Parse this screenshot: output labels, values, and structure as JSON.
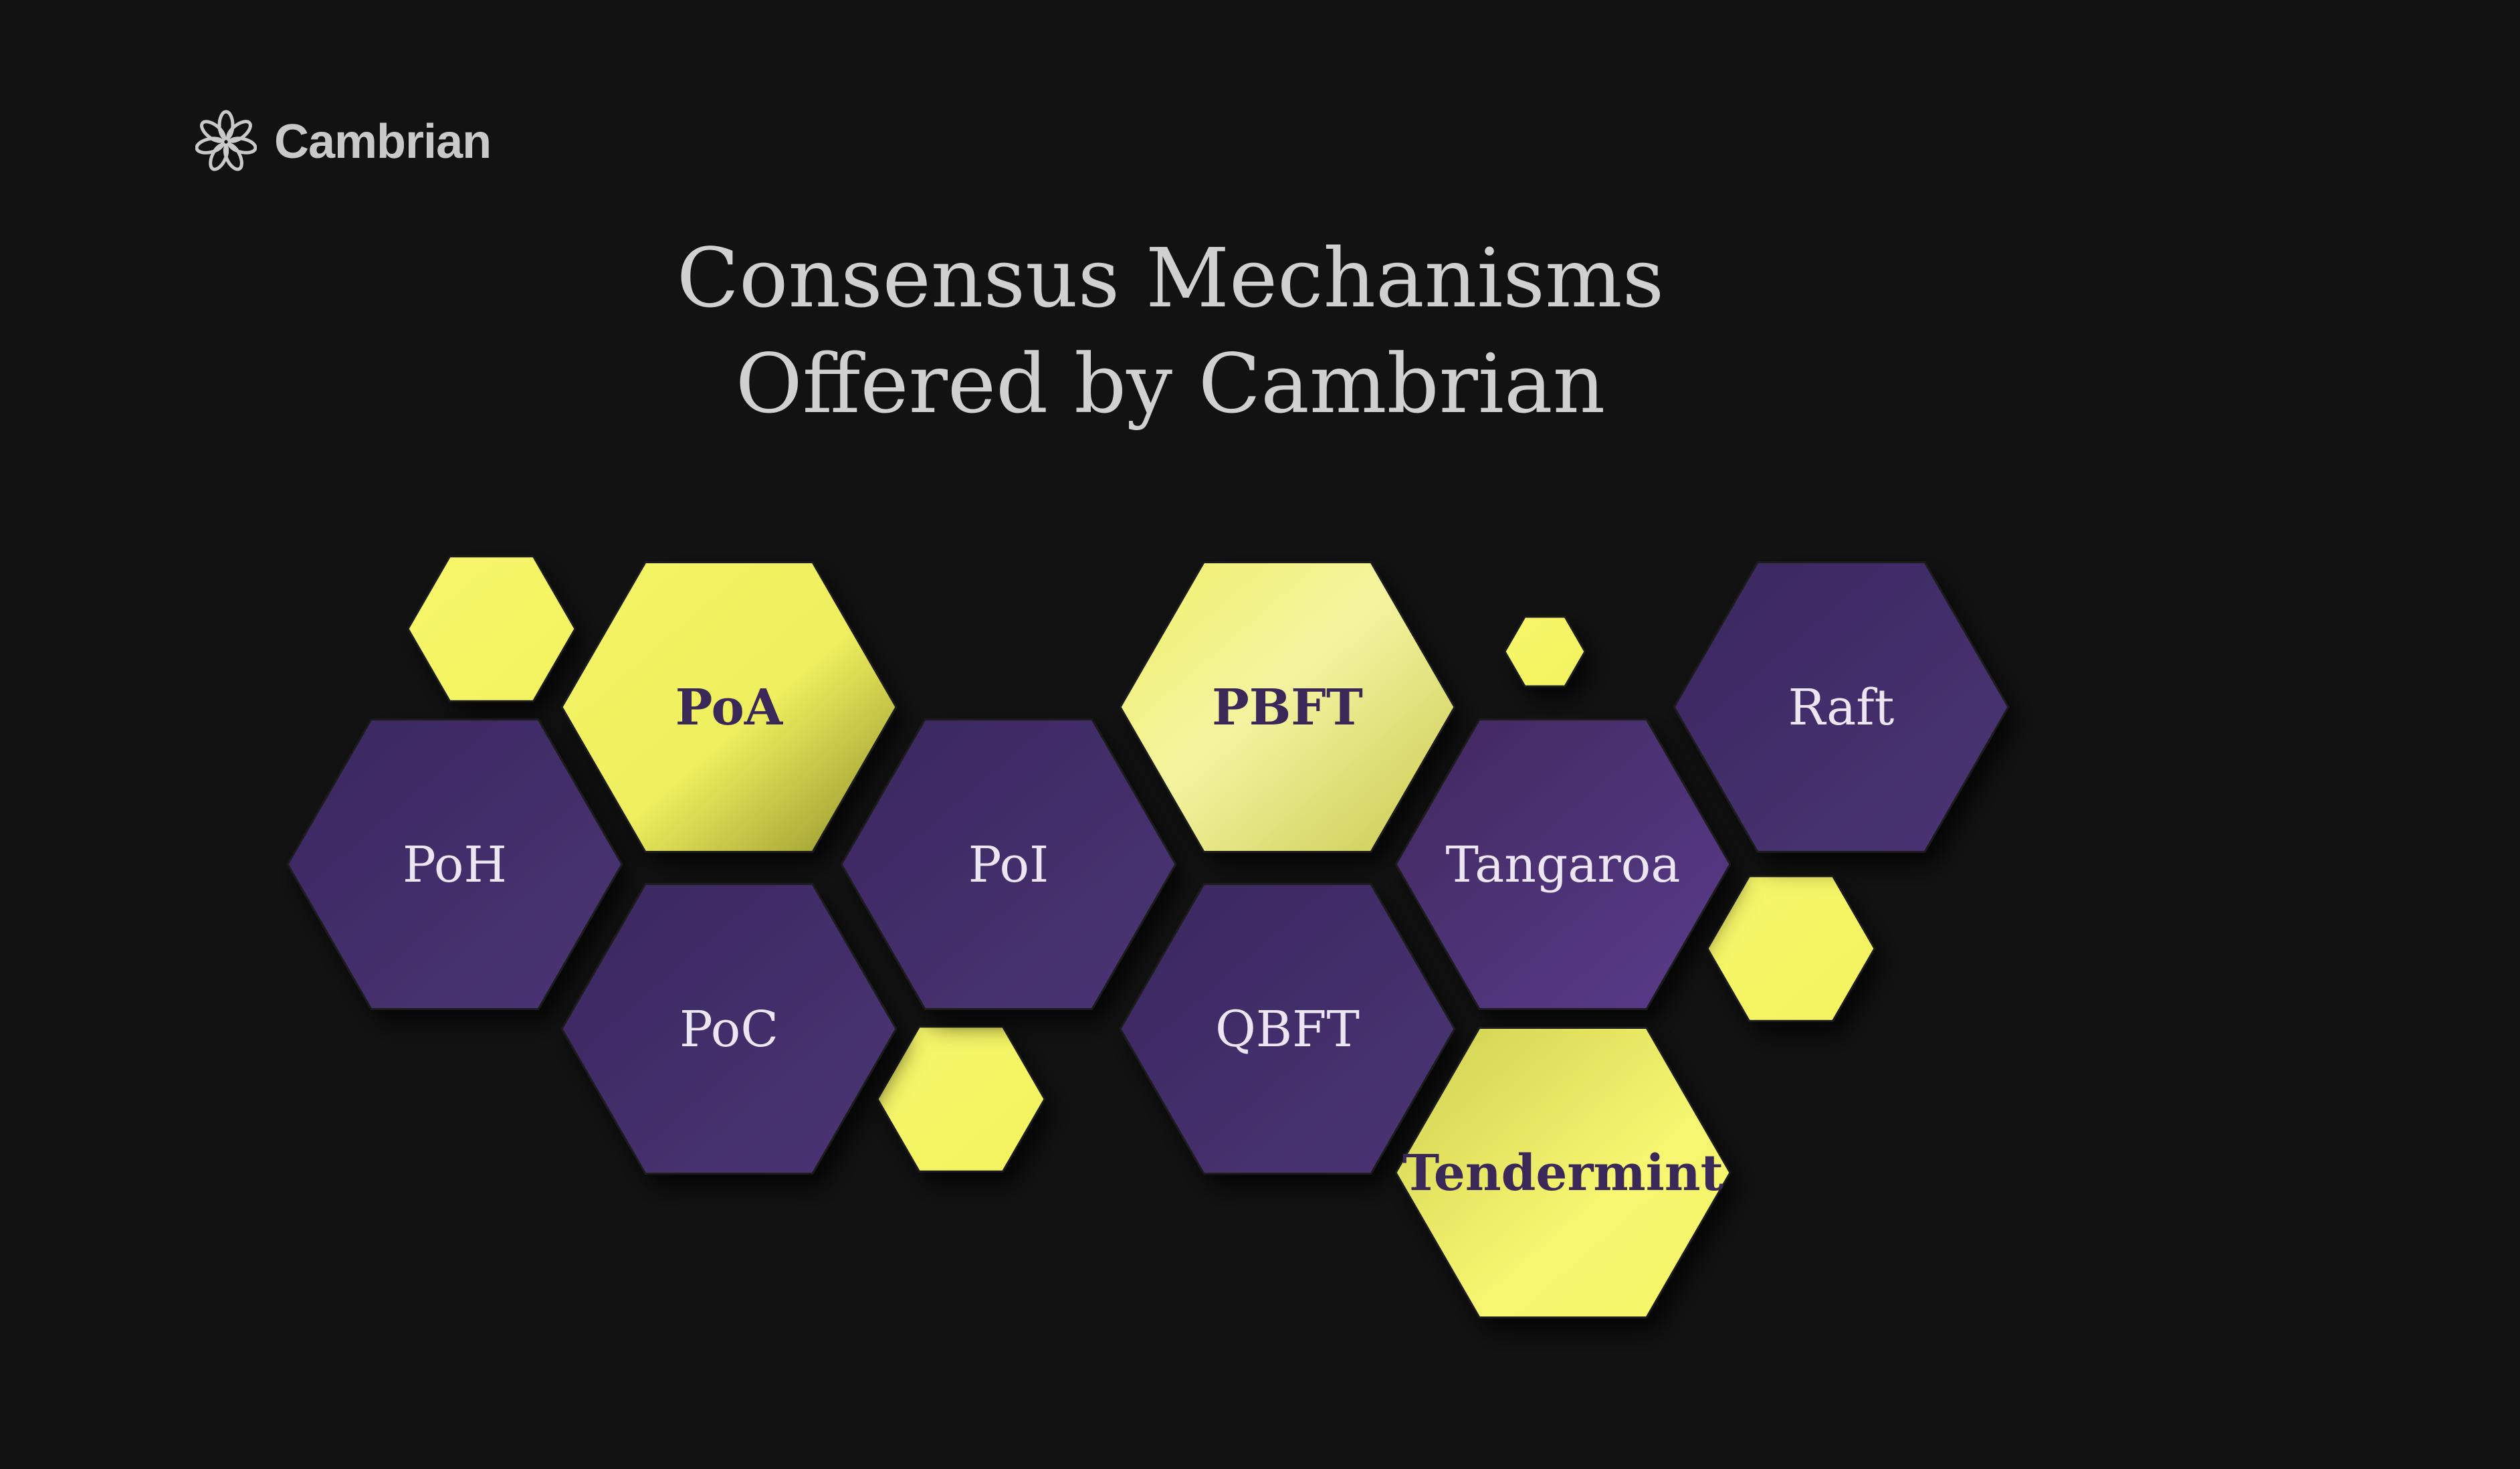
{
  "brand": {
    "name": "Cambrian",
    "logo_icon": "flower-petals-icon"
  },
  "title": {
    "line1": "Consensus Mechanisms",
    "line2": "Offered by Cambrian"
  },
  "colors": {
    "background": "#121212",
    "purple": "#45306a",
    "yellow": "#f5f568",
    "purple_text": "#ece6f2",
    "yellow_text": "#3a2858"
  },
  "mechanisms": [
    {
      "label": "PoH",
      "color": "purple"
    },
    {
      "label": "PoA",
      "color": "yellow"
    },
    {
      "label": "PoC",
      "color": "purple"
    },
    {
      "label": "PoI",
      "color": "purple"
    },
    {
      "label": "PBFT",
      "color": "yellow"
    },
    {
      "label": "QBFT",
      "color": "purple"
    },
    {
      "label": "Tangaroa",
      "color": "purple"
    },
    {
      "label": "Tendermint",
      "color": "yellow"
    },
    {
      "label": "Raft",
      "color": "purple"
    }
  ],
  "decorations": [
    {
      "name": "accent-hexagon-top-left",
      "color": "yellow"
    },
    {
      "name": "accent-hexagon-bottom-middle",
      "color": "yellow"
    },
    {
      "name": "accent-hexagon-tiny",
      "color": "yellow"
    },
    {
      "name": "accent-hexagon-right",
      "color": "yellow"
    }
  ]
}
